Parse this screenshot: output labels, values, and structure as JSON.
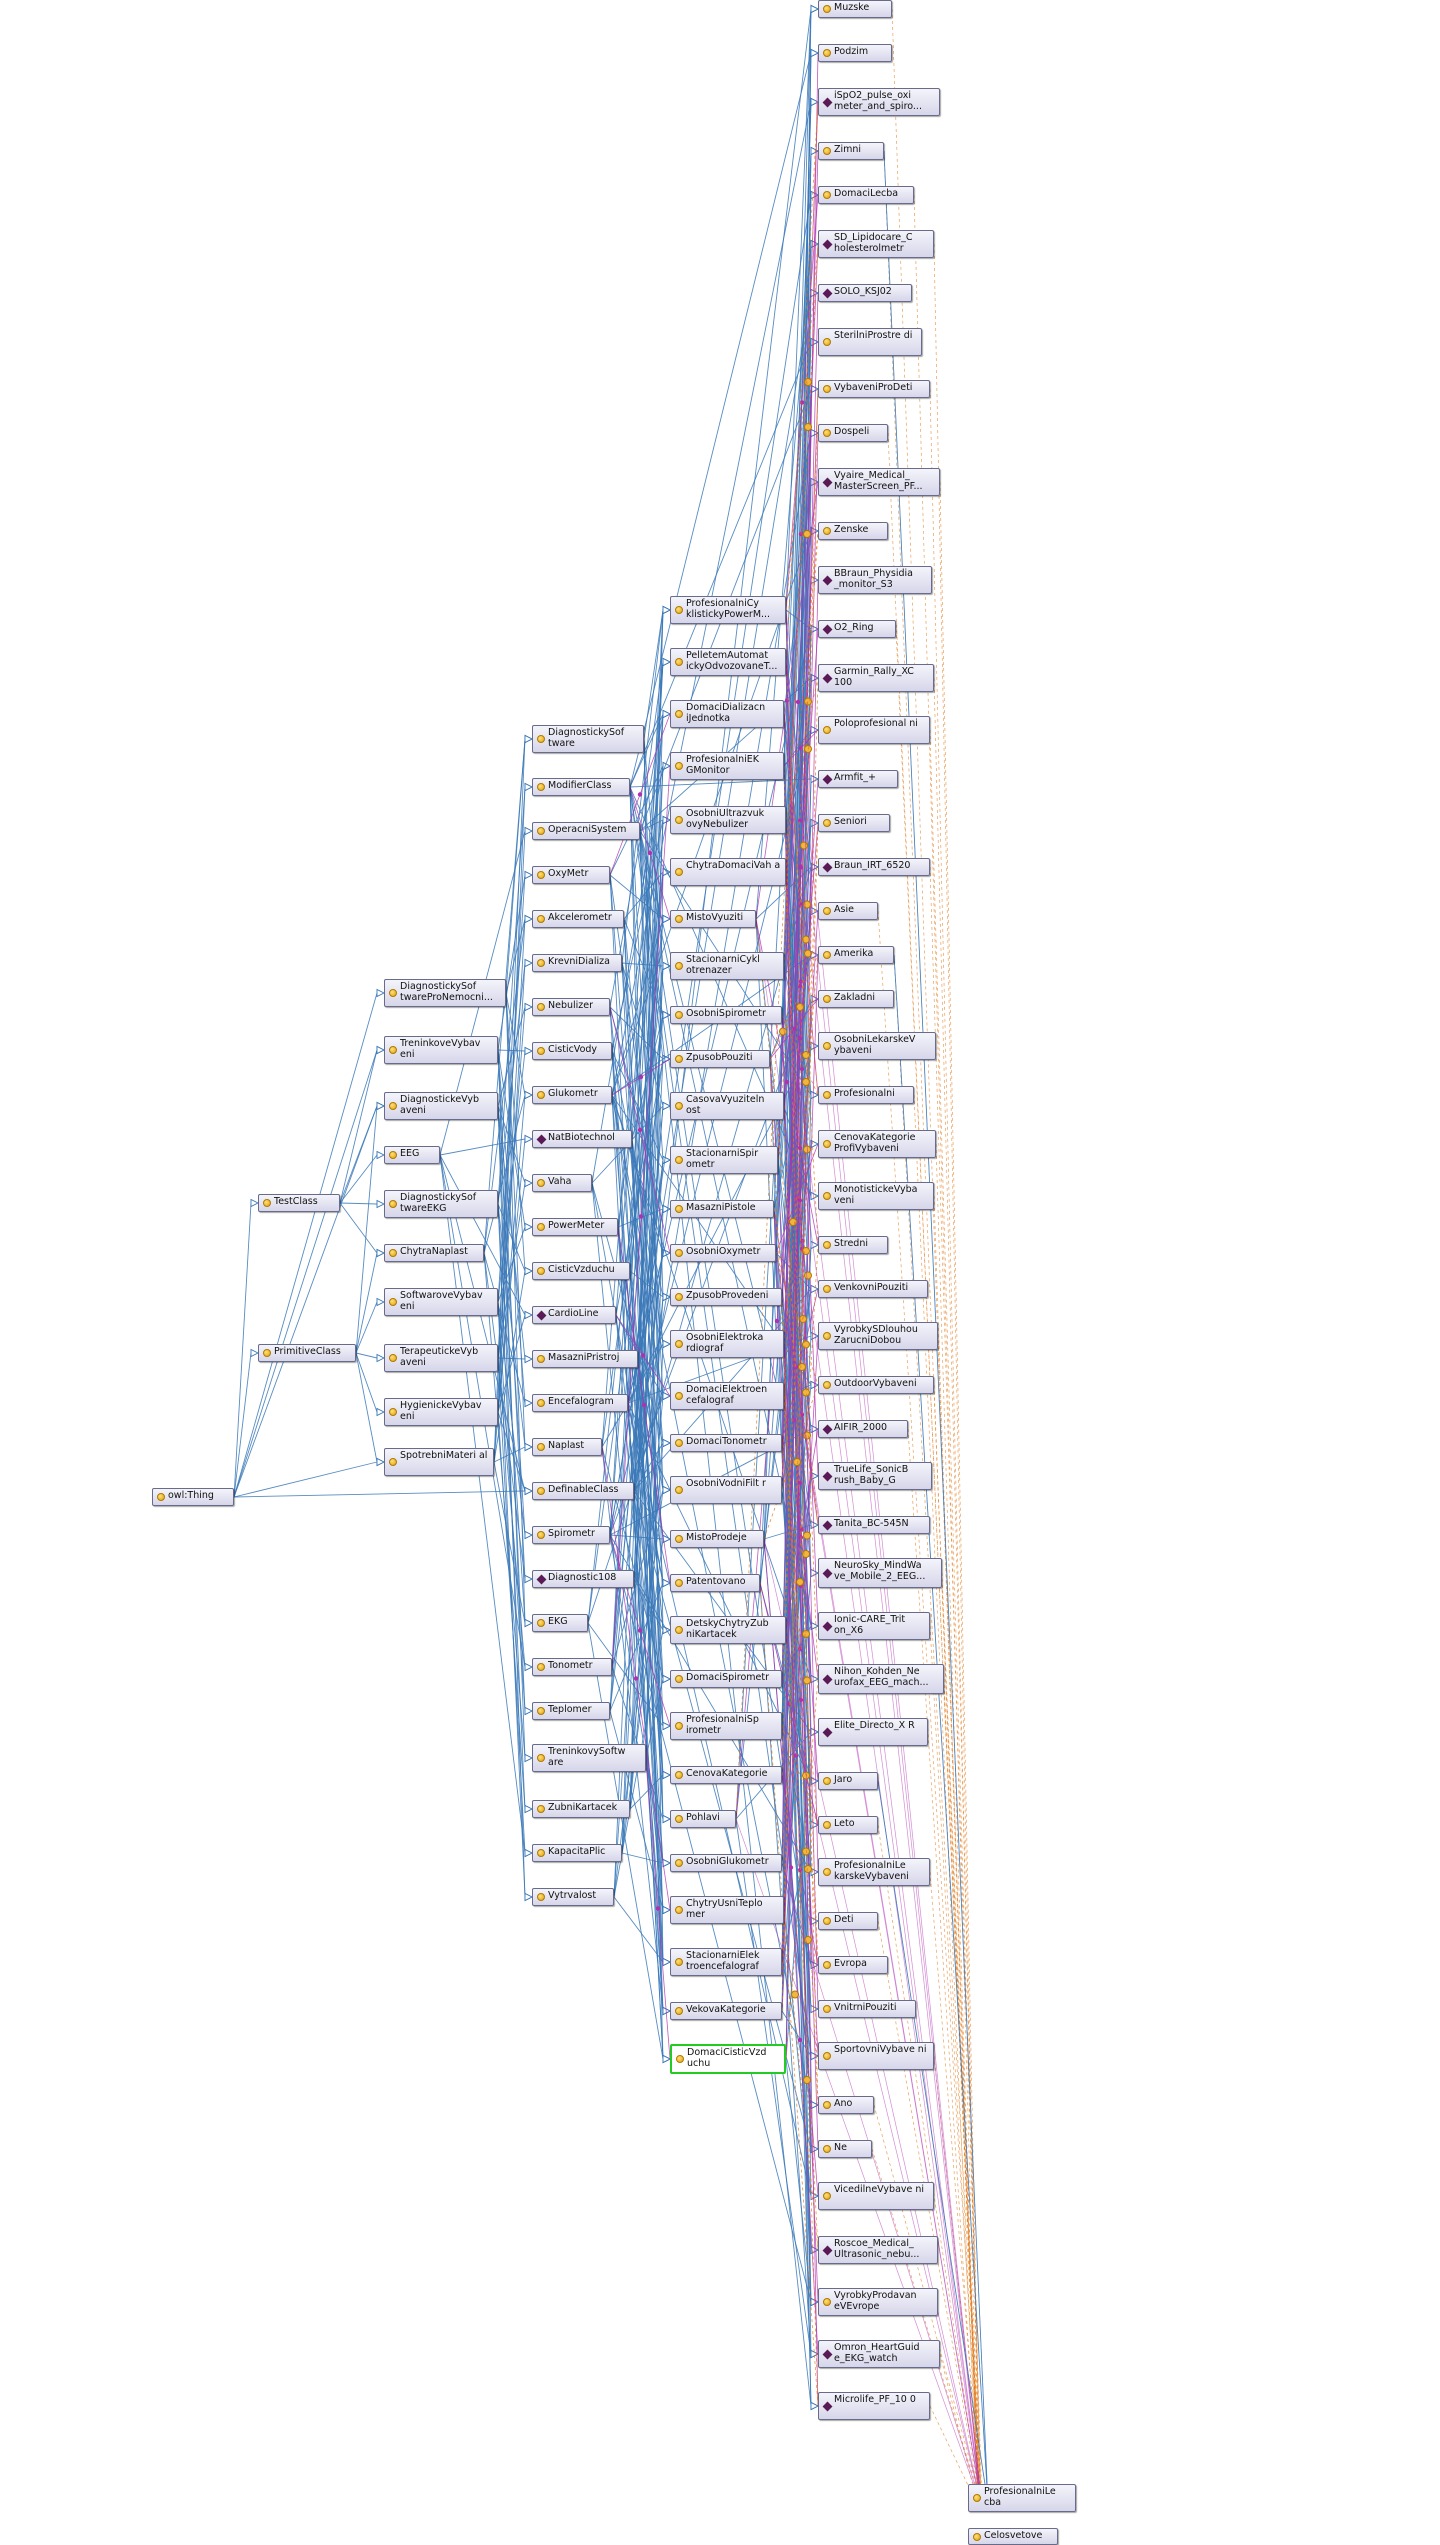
{
  "graph": {
    "selected": "DomaciCisticVzduchu",
    "colors": {
      "subclass": "#3a78b8",
      "object_property": "#b030b0",
      "data_property": "#e07818",
      "node_border": "#6a6a8a",
      "selection": "#22cc22"
    },
    "node_labels": {
      "owl_thing": "owl:Thing",
      "TestClass": "TestClass",
      "PrimitiveClass": "PrimitiveClass",
      "DiagnostickySoftwareProNemocnice": "DiagnostickySof twareProNemocni...",
      "TreninkoveVybaveni": "TreninkoveVybav eni",
      "DiagnostickeVybaveni": "DiagnostickeVyb aveni",
      "EEG": "EEG",
      "DiagnostickySoftwareEKG": "DiagnostickySof twareEKG",
      "ChytraNaplast": "ChytraNaplast",
      "SoftwaroveVybaveni": "SoftwaroveVybav eni",
      "TerapeutickeVybaveni": "TerapeutickeVyb aveni",
      "HygienickeVybaveni": "HygienickeVybav eni",
      "SpotrebniMaterial": "SpotrebniMateri al",
      "DiagnostickySoftware": "DiagnostickySof tware",
      "ModifierClass": "ModifierClass",
      "OperacniSystem": "OperacniSystem",
      "OxyMetr": "OxyMetr",
      "Akcelerometr": "Akcelerometr",
      "KrevniDializa": "KrevniDializa",
      "Nebulizer": "Nebulizer",
      "CisticVody": "CisticVody",
      "Glukometr": "Glukometr",
      "NatBiotechnol": "NatBiotechnol",
      "Vaha": "Vaha",
      "PowerMeter": "PowerMeter",
      "CisticVzduchu": "CisticVzduchu",
      "CardioLine": "CardioLine",
      "MasazniPristroj": "MasazniPristroj",
      "Encefalogram": "Encefalogram",
      "Naplast": "Naplast",
      "DefinableClass": "DefinableClass",
      "Spirometr": "Spirometr",
      "Diagnostic108": "Diagnostic108",
      "EKG": "EKG",
      "Tonometr": "Tonometr",
      "Teplomer": "Teplomer",
      "TreninkovySoftware": "TreninkovySoftw are",
      "ZubniKartacek": "ZubniKartacek",
      "KapacitaPlic": "KapacitaPlic",
      "Vytrvalost": "Vytrvalost",
      "ProfesionalniCyklistickyPowerMeter": "ProfesionalniCy klistickyPowerM...",
      "PelletemAutomatickyOdvozovane": "PelletemAutomat ickyOdvozovaneT...",
      "DomaciDializacniJednotka": "DomaciDializacn iJednotka",
      "ProfesionalniEKGMonitor": "ProfesionalniEK GMonitor",
      "OsobniUltrazvukovyNebulizer": "OsobniUltrazvuk ovyNebulizer",
      "ChytraDomaciVaha": "ChytraDomaciVah a",
      "MistoVyuziti": "MistoVyuziti",
      "StacionarniCyklotrenazer": "StacionarniCykl otrenazer",
      "OsobniSpirometr": "OsobniSpirometr",
      "ZpusobPouziti": "ZpusobPouziti",
      "CasovaVyuzitelnost": "CasovaVyuziteln ost",
      "StacionarniSpirometr": "StacionarniSpir ometr",
      "MasazniPistole": "MasazniPistole",
      "OsobniOxymetr": "OsobniOxymetr",
      "ZpusobProvedeni": "ZpusobProvedeni",
      "OsobniElektrokardiograf": "OsobniElektroka rdiograf",
      "DomaciElektroencefalograf": "DomaciElektroen cefalograf",
      "DomaciTonometr": "DomaciTonometr",
      "OsobniVodniFiltr": "OsobniVodniFilt r",
      "MistoProdeje": "MistoProdeje",
      "Patentovano": "Patentovano",
      "DetskyChytryZubniKartacek": "DetskyChytryZub niKartacek",
      "DomaciSpirometr": "DomaciSpirometr",
      "ProfesionalniSpirometr": "ProfesionalniSp irometr",
      "CenovaKategorie": "CenovaKategorie",
      "Pohlavi": "Pohlavi",
      "OsobniGlukometr": "OsobniGlukometr",
      "ChytryUsniTeplomer": "ChytryUsniTeplo mer",
      "StacionarniElektroencefalograf": "StacionarniElek troencefalograf",
      "VekovaKategorie": "VekovaKategorie",
      "DomaciCisticVzduchu": "DomaciCisticVzd uchu",
      "Muzske": "Muzske",
      "Podzim": "Podzim",
      "iSpO2": "iSpO2_pulse_oxi meter_and_spiro...",
      "Zimni": "Zimni",
      "DomaciLecba": "DomaciLecba",
      "SD_Lipidocare": "SD_Lipidocare_C holesterolmetr",
      "SOLO_KSJ02": "SOLO_KSJ02",
      "SterilniProstredi": "SterilniProstre di",
      "VybaveniProDeti": "VybaveniProDeti",
      "Dospeli": "Dospeli",
      "Vyaire": "Vyaire_Medical_ MasterScreen_PF...",
      "Zenske": "Zenske",
      "BBraun": "BBraun_Physidia _monitor_S3",
      "O2_Ring": "O2_Ring",
      "Garmin": "Garmin_Rally_XC 100",
      "Poloprofesionalni": "Poloprofesional ni",
      "Armfit": "Armfit_+",
      "Seniori": "Seniori",
      "Braun_IRT": "Braun_IRT_6520",
      "Asie": "Asie",
      "Amerika": "Amerika",
      "Zakladni": "Zakladni",
      "OsobniLekarskeVybaveni": "OsobniLekarskeV ybaveni",
      "Profesionalni": "Profesionalni",
      "CenovaKategorieProfi": "CenovaKategorie ProfiVybaveni",
      "MonotistickeVybaveni": "MonotistickeVyba veni",
      "Stredni": "Stredni",
      "VenkovniPouziti": "VenkovniPouziti",
      "VyrobkySDlouhouZarucni": "VyrobkySDlouhou ZarucniDobou",
      "OutdoorVybaveni": "OutdoorVybaveni",
      "AIFIR": "AIFIR_2000",
      "TrueLife": "TrueLife_SonicB rush_Baby_G",
      "Tanita": "Tanita_BC-545N",
      "NeuroSky": "NeuroSky_MindWa ve_Mobile_2_EEG...",
      "Ionic": "Ionic-CARE_Trit on_X6",
      "Nihon": "Nihon_Kohden_Ne urofax_EEG_mach...",
      "Elite": "Elite_Directo_X R",
      "Jaro": "Jaro",
      "Leto": "Leto",
      "ProfesionalniLekarske": "ProfesionalniLe karskeVybaveni",
      "Deti": "Deti",
      "Evropa": "Evropa",
      "VnitrniPouziti": "VnitrniPouziti",
      "SportovniVybaveni": "SportovniVybave ni",
      "Ano": "Ano",
      "Ne": "Ne",
      "VicedilneVybaveni": "VicedilneVybave ni",
      "Roscoe": "Roscoe_Medical_ Ultrasonic_nebu...",
      "VyrobkyProdavane": "VyrobkyProdavan eVEvrope",
      "Omron": "Omron_HeartGuid e_EKG_watch",
      "Microlife": "Microlife_PF_10 0",
      "ProfesionalniLecba": "ProfesionalniLe cba",
      "Celosvetove": "Celosvetove"
    }
  }
}
